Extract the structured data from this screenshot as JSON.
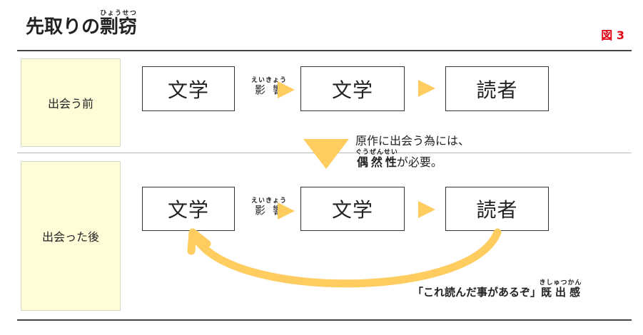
{
  "title": {
    "base": "先取りの",
    "ruby_base": "剽窃",
    "ruby": "ひょうせつ"
  },
  "figure_label": "図 3",
  "stages": {
    "before": "出会う前",
    "after": "出会った後"
  },
  "row_before": {
    "box1": "文学",
    "box2": "文学",
    "box3": "読者",
    "influence": "影響",
    "influence_ruby": "えいきょう"
  },
  "row_after": {
    "box1": "文学",
    "box2": "文学",
    "box3": "読者",
    "influence": "影響",
    "influence_ruby": "えいきょう"
  },
  "note": {
    "line1": "原作に出会う為には、",
    "line2_bold": "偶然性",
    "line2_bold_ruby": "ぐうぜんせい",
    "line2_rest": "が必要。"
  },
  "dejavu": {
    "quote": "「これ読んだ事があるぞ」",
    "term": "既出感",
    "term_ruby": "きしゅつかん"
  },
  "colors": {
    "accent": "#ffcc60",
    "figure_label": "#e00012",
    "stage_bg": "#fffcd8"
  }
}
